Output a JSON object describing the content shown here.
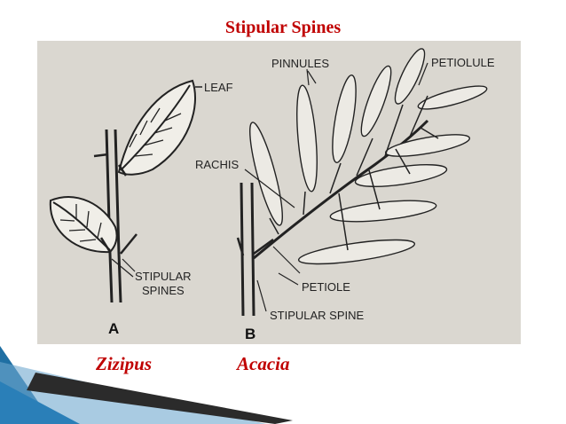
{
  "slide": {
    "title": "Stipular Spines",
    "caption_left": "Zizipus",
    "caption_right": "Acacia"
  },
  "figure": {
    "labels": {
      "leaf": "LEAF",
      "stipular": "STIPULAR",
      "spines": "SPINES",
      "panel_a": "A",
      "pinnules": "PINNULES",
      "petiolule": "PETIOLULE",
      "rachis": "RACHIS",
      "petiole": "PETIOLE",
      "stipular_spine": "STIPULAR SPINE",
      "panel_b": "B"
    }
  },
  "colors": {
    "title": "#c00000",
    "photo_bg": "#dad7d0",
    "ink": "#222222",
    "accent_blue": "#1f6fa3"
  }
}
